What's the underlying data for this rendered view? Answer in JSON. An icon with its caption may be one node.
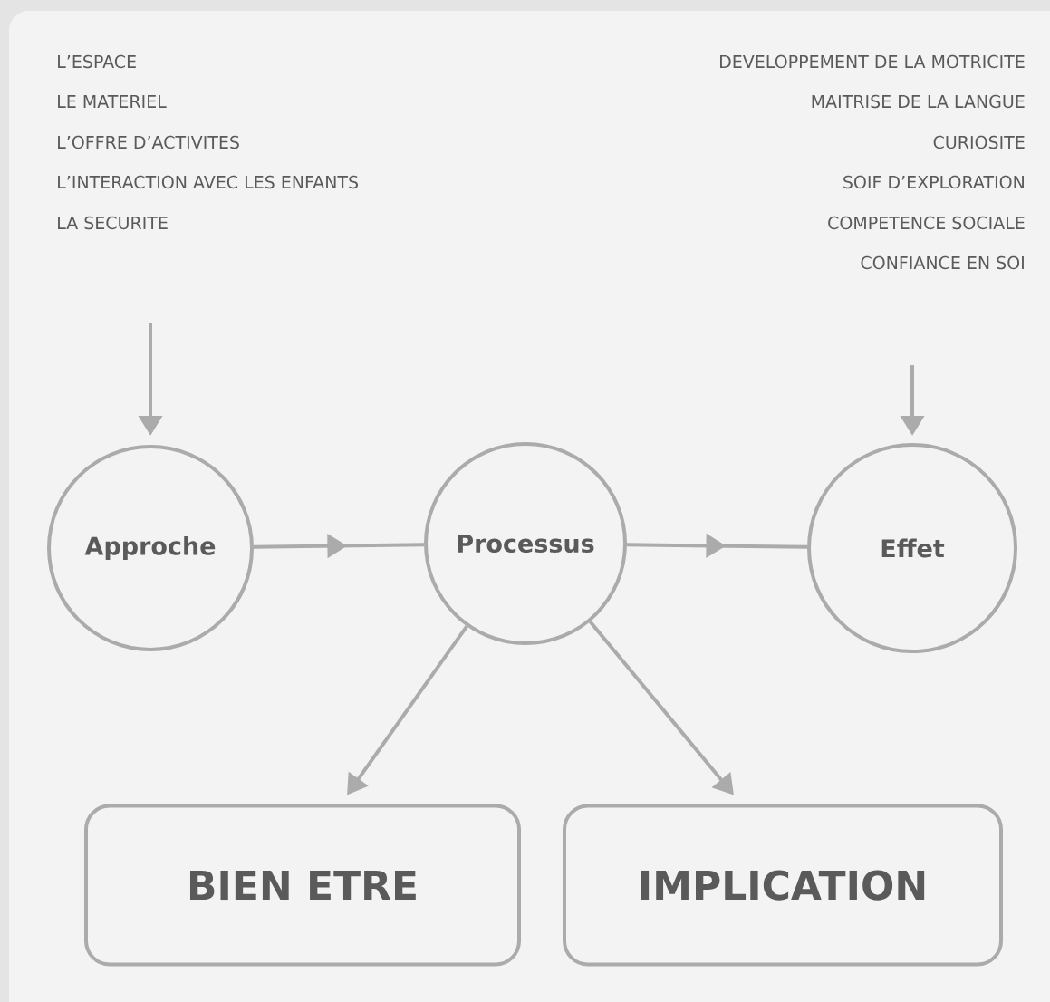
{
  "diagram": {
    "nodes": [
      {
        "text": [
          "Approche"
        ]
      },
      {
        "text": [
          "Processus"
        ]
      },
      {
        "text": [
          "Effet"
        ]
      },
      {
        "text": [
          "BIEN ETRE"
        ]
      },
      {
        "text": [
          "IMPLICATION"
        ]
      }
    ],
    "edges": [
      {
        "from": null,
        "to": 0,
        "arrow": "to"
      },
      {
        "from": null,
        "to": 2,
        "arrow": "to"
      },
      {
        "from": 0,
        "to": 1,
        "arrow": "to"
      },
      {
        "from": 1,
        "to": 2,
        "arrow": "to"
      },
      {
        "from": 1,
        "to": 3,
        "arrow": "to"
      },
      {
        "from": 1,
        "to": 4,
        "arrow": "to"
      }
    ],
    "labels": [
      "L’ESPACE",
      "DEVELOPPEMENT DE LA MOTRICITE",
      "LE MATERIEL",
      "MAITRISE DE LA LANGUE",
      "L’OFFRE D’ACTIVITES",
      "CURIOSITE",
      "L’INTERACTION AVEC LES ENFANTS",
      "SOIF D’EXPLORATION",
      "LA SECURITE",
      "COMPETENCE SOCIALE",
      "CONFIANCE EN SOI"
    ]
  }
}
